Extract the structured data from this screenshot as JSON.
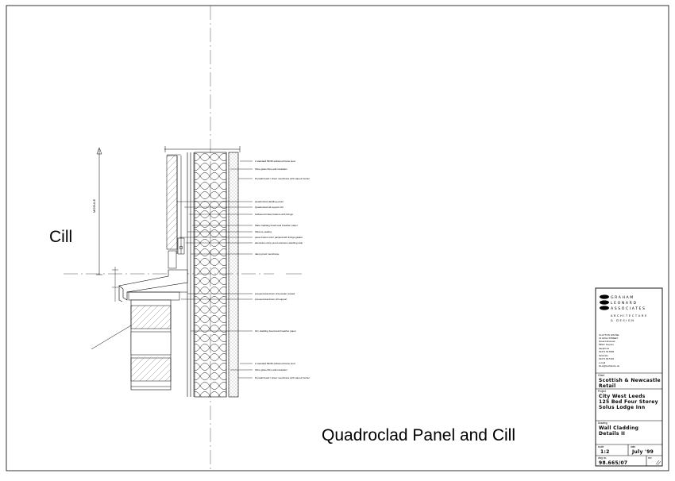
{
  "labels": {
    "cill": "Cill",
    "drawing_caption": "Quadroclad Panel and Cill",
    "module": "MODULE"
  },
  "annotations": [
    "2 standard 5lb/fill softwood frame stud",
    "Fibre glass fibre wall insulation",
    "Drywall board / sheet membrane with vapour barrier",
    "Quadroclad cladding panel",
    "Quadroclad rail support sill",
    "Softwood timber battens with fixings",
    "Slate cladding board and breather paper",
    "Silicone sealing",
    "panel bottom trim/ painted with fixings gasket",
    "aluminium rainy proof extrusion washing strip",
    "damp proof membrane",
    "pressed aluminium sill powder coated",
    "pressed aluminium sill support",
    "firm cladding board and breather paper",
    "2 standard 5lb/fill softwood frame stud",
    "Fibre glass fibre wall insulation",
    "Drywall board / sheet membrane with vapour barrier"
  ],
  "title_block": {
    "logo_lines": [
      "GRAHAM",
      "LEONARD",
      "ASSOCIATES"
    ],
    "logo_sub": [
      "ARCHITECTURE",
      "& DESIGN"
    ],
    "address_lines": [
      "CLAYTON HOUSE",
      "14 HIGH STREET",
      "Great Horwood",
      "Milton Keynes",
      "telephone",
      "01271 817069",
      "facsimile",
      "01271 817431",
      "e-mail",
      "GLA@architects.uk"
    ],
    "client_label": "Client",
    "client": [
      "Scottish & Newcastle",
      "Retail"
    ],
    "project_label": "Project",
    "project": [
      "City West Leeds",
      "125 Bed Four Storey",
      "Solus Lodge Inn"
    ],
    "drawing_label": "Drawing",
    "drawing": [
      "Wall Cladding",
      "Details II"
    ],
    "scale_label": "scale",
    "scale": "1:2",
    "date_label": "date",
    "date": "July '99",
    "dwg_no_label": "dwg no.",
    "dwg_no": "98.665/07",
    "rev_label": "rev."
  }
}
